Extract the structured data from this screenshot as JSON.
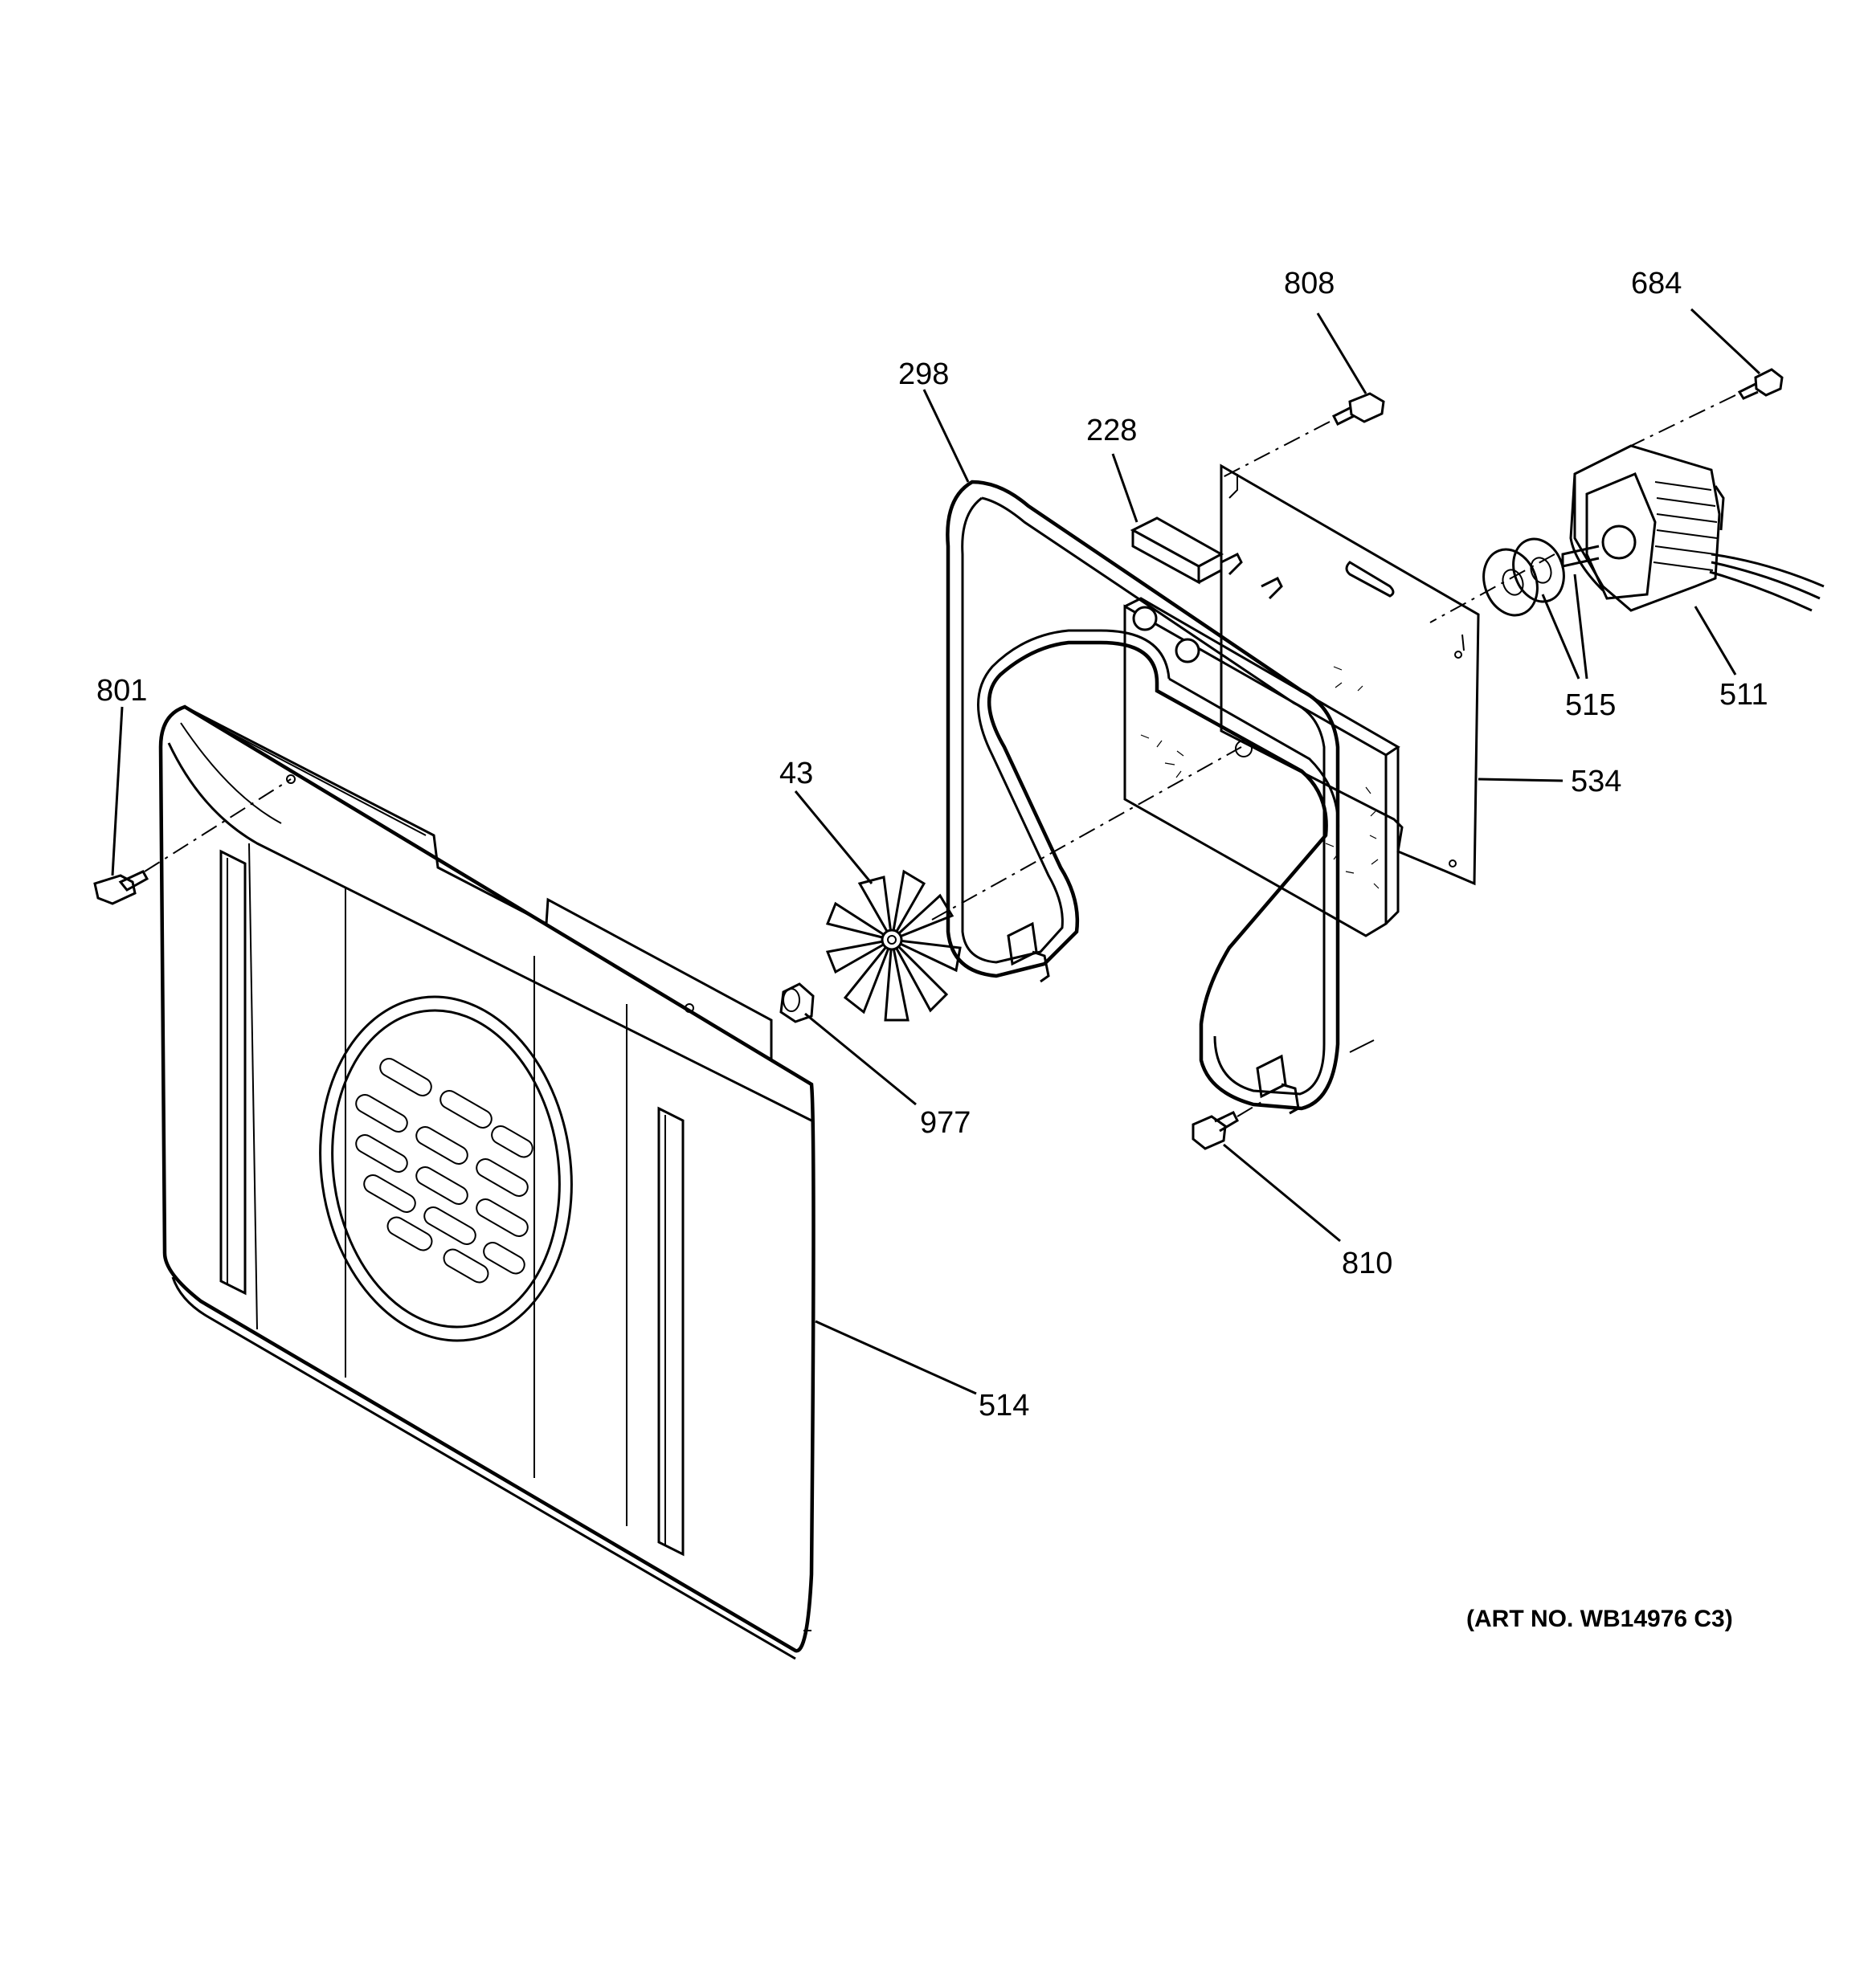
{
  "diagram": {
    "art_number": "(ART NO. WB14976 C3)",
    "callouts": [
      {
        "id": "801",
        "label": "801"
      },
      {
        "id": "514",
        "label": "514"
      },
      {
        "id": "43",
        "label": "43"
      },
      {
        "id": "977",
        "label": "977"
      },
      {
        "id": "298",
        "label": "298"
      },
      {
        "id": "228",
        "label": "228"
      },
      {
        "id": "808",
        "label": "808"
      },
      {
        "id": "810",
        "label": "810"
      },
      {
        "id": "534",
        "label": "534"
      },
      {
        "id": "515",
        "label": "515"
      },
      {
        "id": "511",
        "label": "511"
      },
      {
        "id": "684",
        "label": "684"
      }
    ]
  }
}
